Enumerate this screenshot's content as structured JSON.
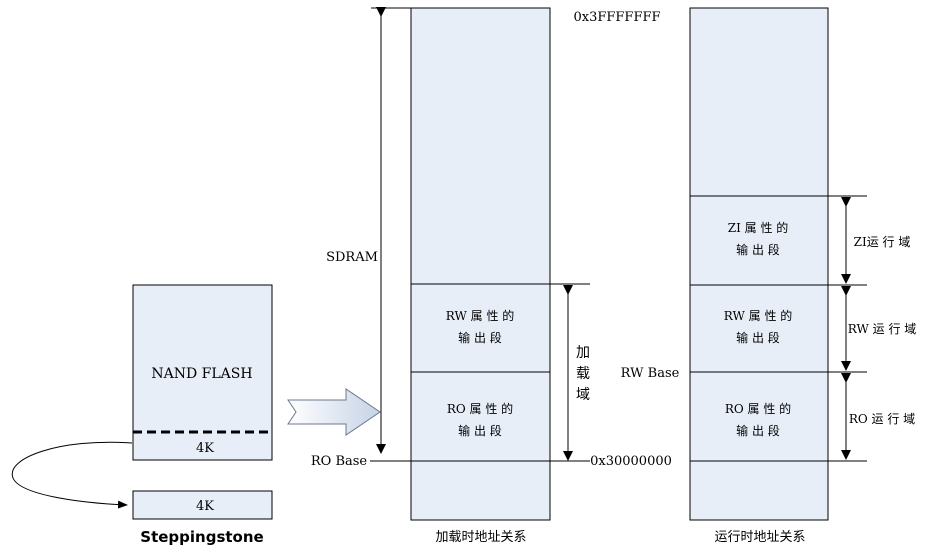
{
  "left": {
    "nand_label": "NAND FLASH",
    "nand_4k": "4K",
    "sram_4k": "4K",
    "steppingstone": "Steppingstone"
  },
  "load_view": {
    "sdram": "SDRAM",
    "top_addr": "0x3FFFFFFF",
    "base_addr": "0x30000000",
    "ro_base": "RO Base",
    "rw_line1": "RW 属 性 的",
    "rw_line2": "输 出 段",
    "ro_line1": "RO 属 性 的",
    "ro_line2": "输 出 段",
    "load_region_1": "加",
    "load_region_2": "载",
    "load_region_3": "域",
    "caption": "加载时地址关系"
  },
  "run_view": {
    "rw_base": "RW Base",
    "zi_line1": "ZI 属 性 的",
    "zi_line2": "输 出 段",
    "rw_line1": "RW 属 性 的",
    "rw_line2": "输 出 段",
    "ro_line1": "RO 属 性 的",
    "ro_line2": "输 出 段",
    "zi_region": "ZI运 行 域",
    "rw_region": "RW 运 行 域",
    "ro_region": "RO 运 行 域",
    "caption": "运行时地址关系"
  },
  "colors": {
    "fill": "#e8eef7",
    "stroke": "#000000"
  }
}
